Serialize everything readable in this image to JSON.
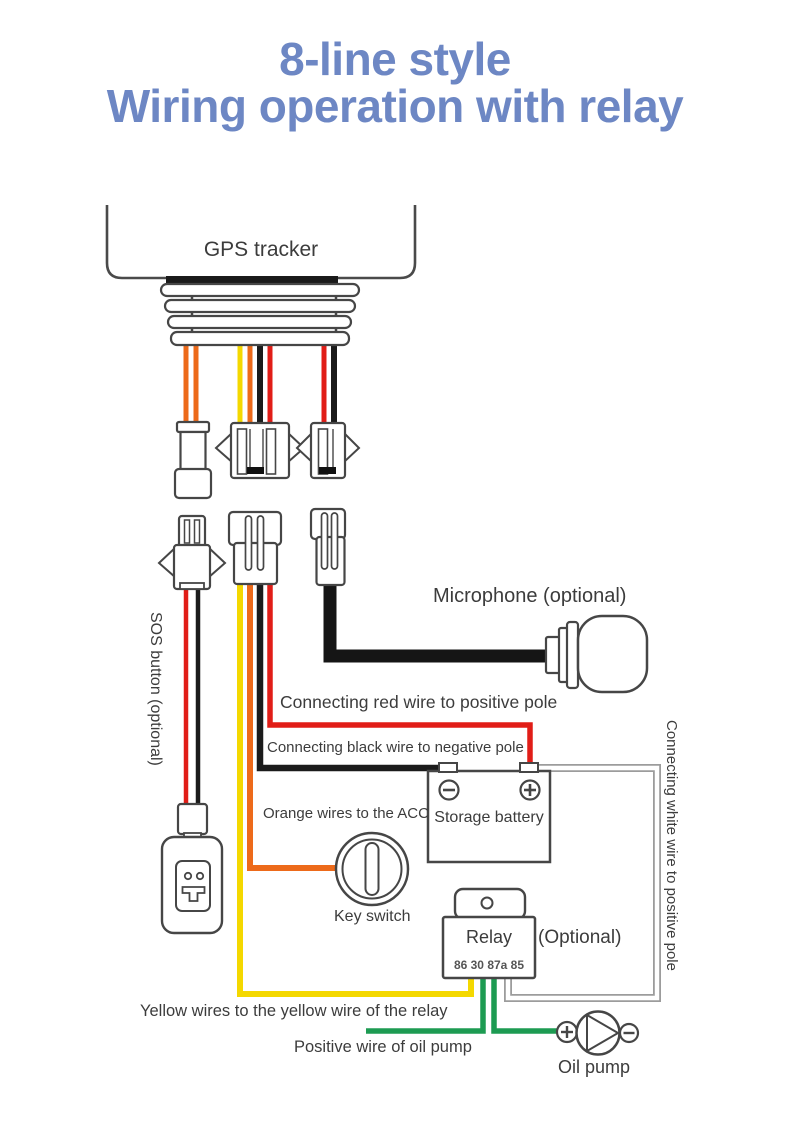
{
  "title": {
    "line1": "8-line style",
    "line2": "Wiring operation with relay"
  },
  "diagram": {
    "gps_tracker": {
      "label": "GPS tracker"
    },
    "sos_button": {
      "label": "SOS button (optional)"
    },
    "microphone": {
      "label": "Microphone (optional)"
    },
    "key_switch": {
      "label": "Key switch"
    },
    "storage_battery": {
      "label": "Storage battery"
    },
    "relay": {
      "label": "Relay",
      "pins": "86 30 87a 85",
      "optional": "(Optional)"
    },
    "oil_pump": {
      "label": "Oil pump"
    },
    "labels": {
      "red_wire": "Connecting red wire to positive pole",
      "black_wire": "Connecting black wire to negative pole",
      "orange_wire": "Orange wires to the ACC",
      "yellow_wire": "Yellow wires to the yellow wire of the relay",
      "oil_pump_positive": "Positive wire of oil pump",
      "white_wire": "Connecting white wire to positive pole"
    }
  },
  "colors": {
    "title_blue": "#6d87c4",
    "wire_orange": "#ed6a1a",
    "wire_yellow": "#f4d800",
    "wire_red": "#e11d17",
    "wire_black": "#1b1b1b",
    "wire_green": "#1d9b52",
    "wire_white_outline": "#9c9c9c",
    "outline": "#464646",
    "text": "#3c3c3c"
  }
}
